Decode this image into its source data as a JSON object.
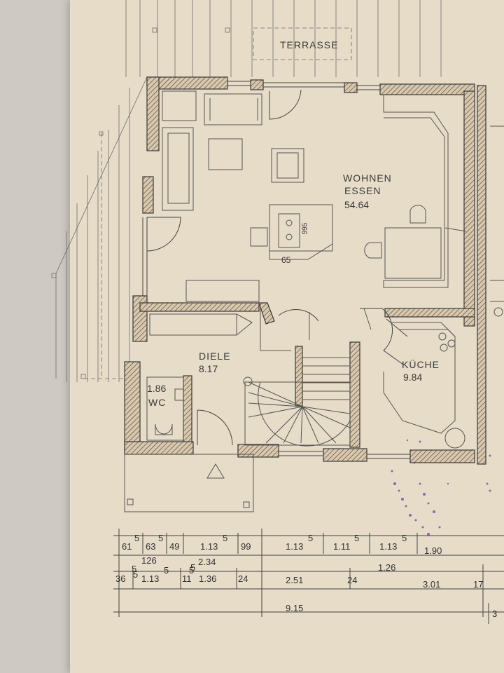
{
  "rooms": {
    "terrasse": "TERRASSE",
    "wohnen": "WOHNEN",
    "essen": "ESSEN",
    "wohnen_area": "54.64",
    "diele": "DIELE",
    "diele_area": "8.17",
    "kueche": "KÜCHE",
    "kueche_area": "9.84",
    "wc_area": "1.86",
    "wc": "WC"
  },
  "fixture_labels": {
    "fireplace_width": "65",
    "fireplace_depth": "995"
  },
  "dimensions": {
    "row1": [
      "61",
      "5",
      "63",
      "5",
      "49",
      "1.13",
      "5",
      "99",
      "1.13",
      "5",
      "1.11",
      "5",
      "1.13",
      "5",
      "1.90"
    ],
    "row2": [
      "126",
      "5",
      "2.34",
      "5",
      "1.26"
    ],
    "row3": [
      "36",
      "5",
      "1.13",
      "5",
      "11",
      "5",
      "1.36",
      "24",
      "2.51",
      "24",
      "3.01",
      "17"
    ],
    "total": "9.15",
    "edge": "3"
  },
  "colors": {
    "paper": "#e6dcc8",
    "line": "#4a4a4a",
    "wall_hatch": "#6b5a4a",
    "purple_stain": "#6a3fb0"
  }
}
